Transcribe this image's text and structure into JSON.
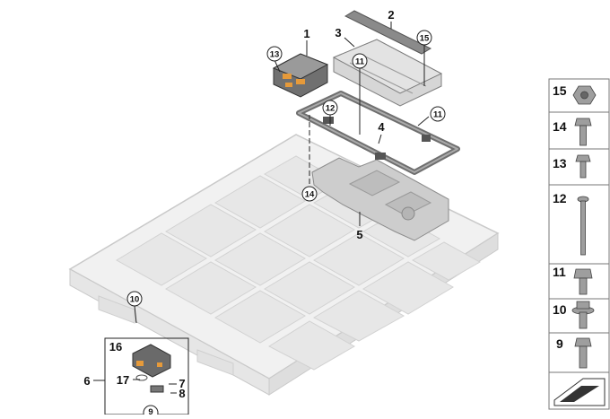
{
  "callouts": {
    "c1": "1",
    "c2": "2",
    "c3": "3",
    "c4": "4",
    "c5": "5",
    "c6": "6",
    "c7": "7",
    "c8": "8",
    "c9": "9",
    "c10": "10",
    "c11a": "11",
    "c11b": "11",
    "c12": "12",
    "c13": "13",
    "c14": "14",
    "c15": "15",
    "c16": "16",
    "c17": "17"
  },
  "sidebar": {
    "items": [
      "15",
      "14",
      "13",
      "12",
      "11",
      "10",
      "9"
    ]
  }
}
